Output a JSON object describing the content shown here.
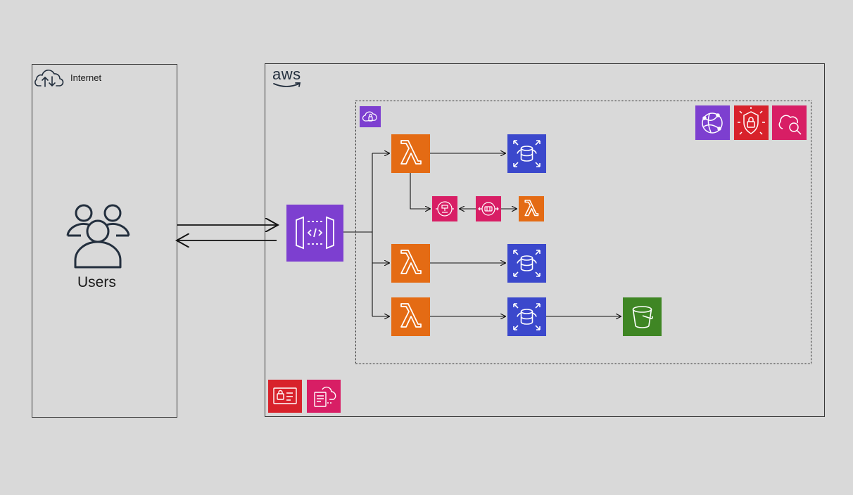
{
  "groups": {
    "internet": {
      "label": "Internet"
    },
    "aws": {
      "label": "aws"
    }
  },
  "actors": {
    "users": {
      "label": "Users"
    }
  },
  "icons": {
    "internet_cloud": "cloud-upload-download-icon",
    "users": "users-group-icon",
    "aws_logo": "aws-logo-icon",
    "vpc": "vpc-cloud-icon",
    "api_gateway": "api-gateway-icon",
    "lambda": "lambda-icon",
    "database": "rds-database-icon",
    "s3": "s3-bucket-icon",
    "step_functions": "step-functions-icon",
    "sqs": "sqs-queue-icon",
    "cloudfront": "cloudfront-icon",
    "waf": "waf-shield-icon",
    "cloudwatch": "cloudwatch-search-icon",
    "iam": "iam-identity-icon",
    "cloudformation": "cloudformation-template-icon"
  },
  "colors": {
    "background": "#d9d9d9",
    "compute": "#e46b14",
    "database": "#3b48cc",
    "storage": "#3f8624",
    "networking": "#7d3fd0",
    "security": "#d8222b",
    "management": "#d81e65"
  }
}
